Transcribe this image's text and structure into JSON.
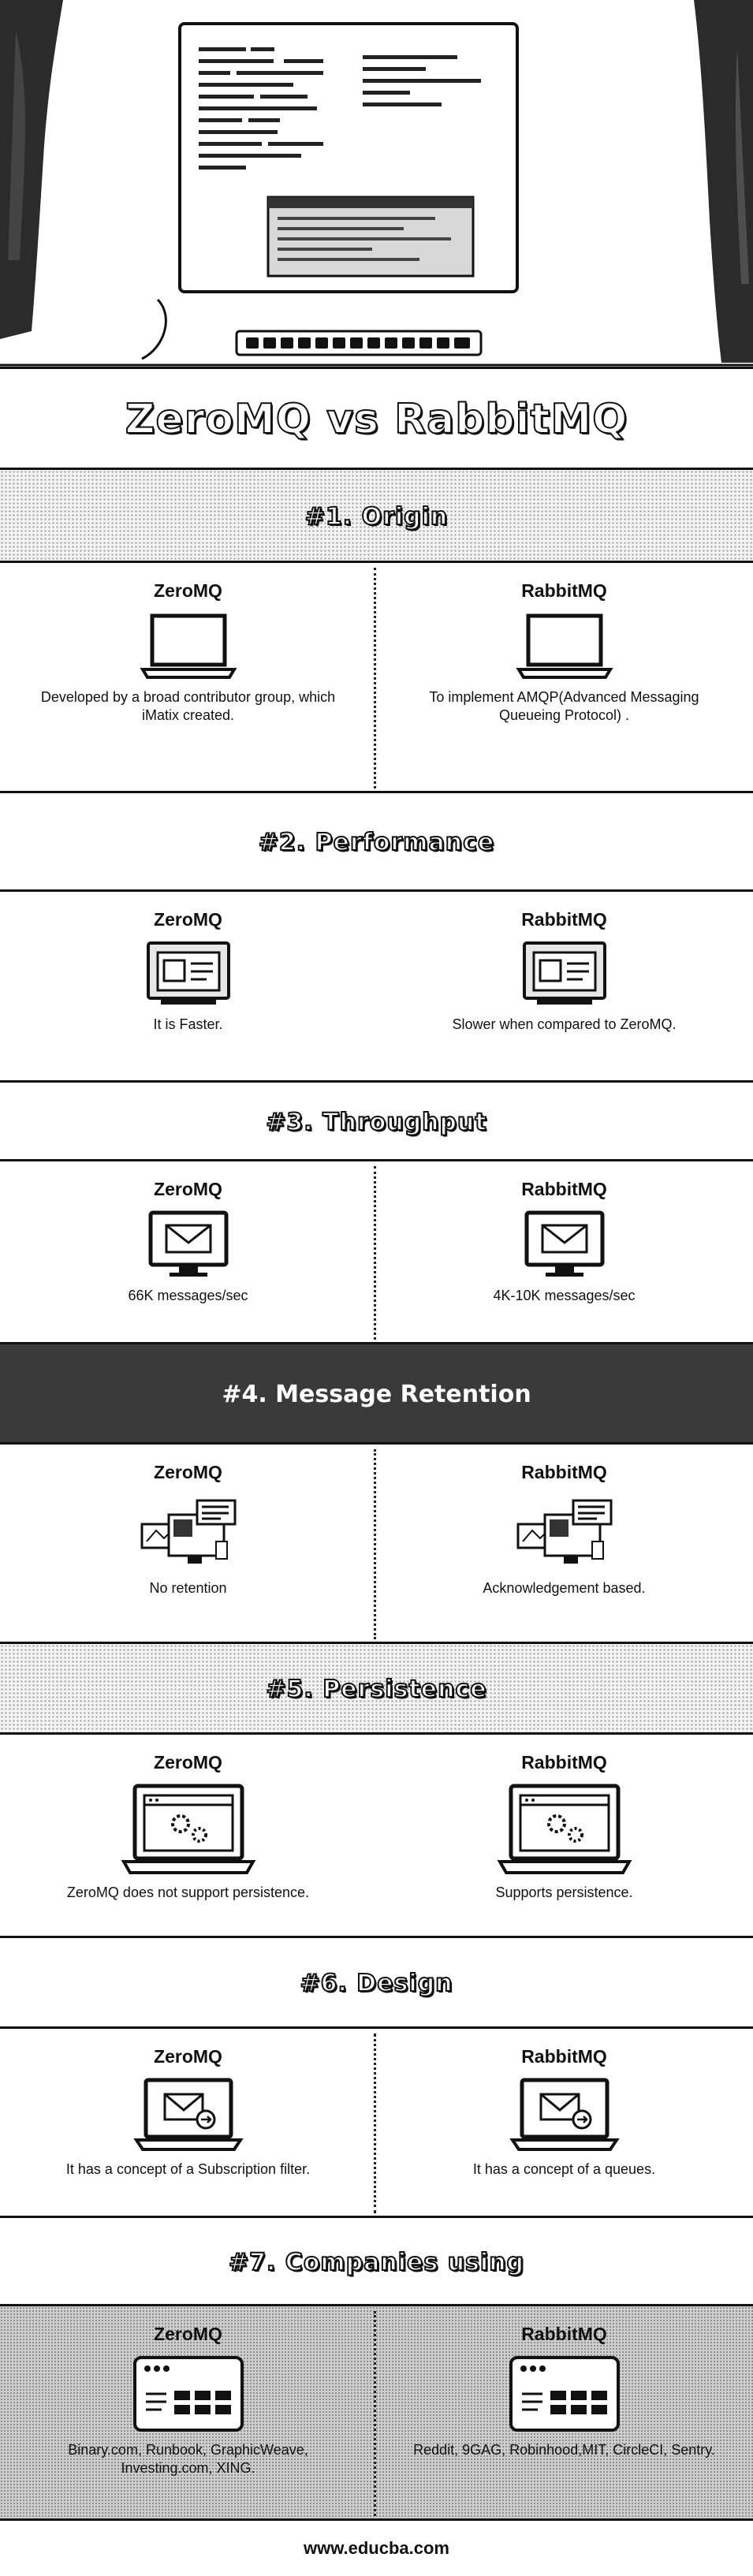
{
  "title": "ZeroMQ vs RabbitMQ",
  "footer": "www.educba.com",
  "sections": [
    {
      "heading": "#1. Origin",
      "left": {
        "label": "ZeroMQ",
        "text": "Developed by a broad contributor group, which iMatix created.",
        "icon": "laptop-icon"
      },
      "right": {
        "label": "RabbitMQ",
        "text": "To implement AMQP(Advanced Messaging Queueing Protocol) .",
        "icon": "laptop-icon"
      }
    },
    {
      "heading": "#2. Performance",
      "left": {
        "label": "ZeroMQ",
        "text": "It is Faster.",
        "icon": "monitor-window-icon"
      },
      "right": {
        "label": "RabbitMQ",
        "text": "Slower when compared to ZeroMQ.",
        "icon": "monitor-window-icon"
      }
    },
    {
      "heading": "#3. Throughput",
      "left": {
        "label": "ZeroMQ",
        "text": "66K messages/sec",
        "icon": "monitor-mail-icon"
      },
      "right": {
        "label": "RabbitMQ",
        "text": "4K-10K messages/sec",
        "icon": "monitor-mail-icon"
      }
    },
    {
      "heading": "#4. Message Retention",
      "left": {
        "label": "ZeroMQ",
        "text": "No retention",
        "icon": "chat-devices-icon"
      },
      "right": {
        "label": "RabbitMQ",
        "text": "Acknowledgement based.",
        "icon": "chat-devices-icon"
      }
    },
    {
      "heading": "#5. Persistence",
      "left": {
        "label": "ZeroMQ",
        "text": "ZeroMQ does not support persistence.",
        "icon": "laptop-gears-icon"
      },
      "right": {
        "label": "RabbitMQ",
        "text": "Supports persistence.",
        "icon": "laptop-gears-icon"
      }
    },
    {
      "heading": "#6. Design",
      "left": {
        "label": "ZeroMQ",
        "text": "It has a concept of a Subscription filter.",
        "icon": "laptop-mail-send-icon"
      },
      "right": {
        "label": "RabbitMQ",
        "text": "It has a concept of a queues.",
        "icon": "laptop-mail-send-icon"
      }
    },
    {
      "heading": "#7. Companies using",
      "left": {
        "label": "ZeroMQ",
        "text": "Binary.com, Runbook, GraphicWeave, Investing.com, XING.",
        "icon": "browser-dashboard-icon"
      },
      "right": {
        "label": "RabbitMQ",
        "text": "Reddit, 9GAG, Robinhood,MIT, CircleCI, Sentry.",
        "icon": "browser-dashboard-icon"
      }
    }
  ]
}
